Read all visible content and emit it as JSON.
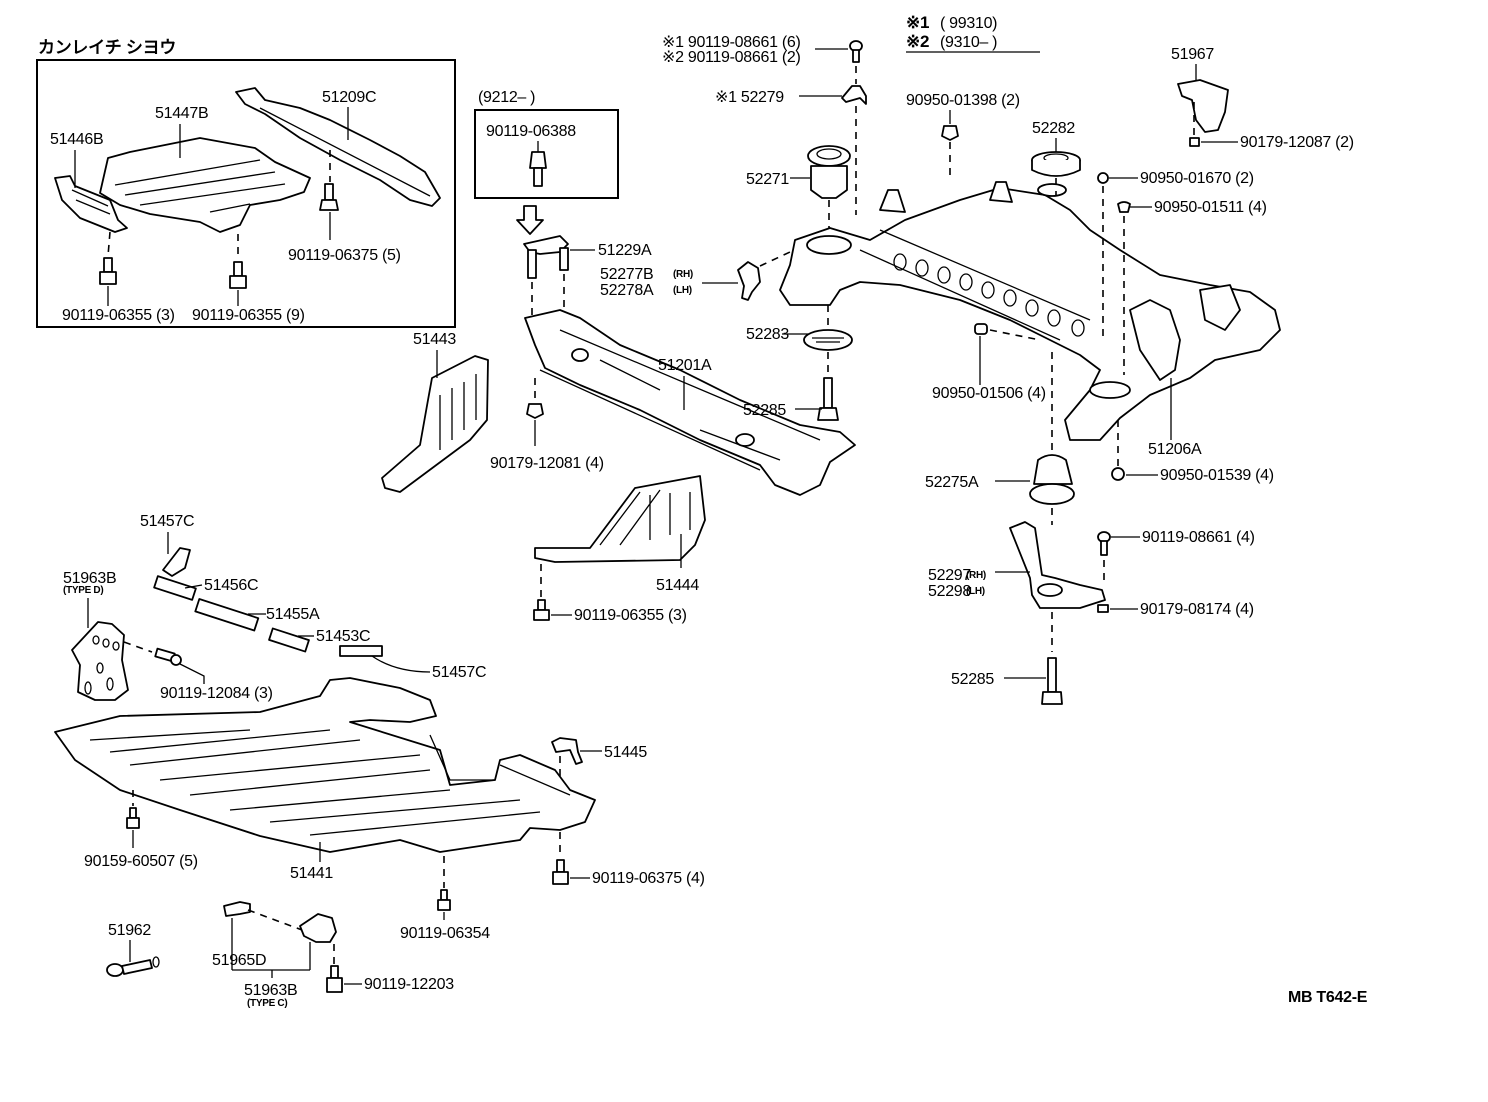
{
  "title_jp": "カンレイチ シヨウ",
  "doc_code": "MB T642-E",
  "notes": {
    "note1_mark": "※1",
    "note1_range": "(      99310)",
    "note2_mark": "※2",
    "note2_range": "(9310–      )"
  },
  "inset_box": {
    "range_label": "(9212–          )",
    "part": "90119-06388"
  },
  "labels": {
    "p51446B": "51446B",
    "p51447B": "51447B",
    "p51209C": "51209C",
    "p90119_06375_5": "90119-06375 (5)",
    "p90119_06355_3a": "90119-06355 (3)",
    "p90119_06355_9": "90119-06355 (9)",
    "p51229A": "51229A",
    "p52277B": "52277B",
    "p52278A": "52278A",
    "rh": "(RH)",
    "lh": "(LH)",
    "p90119_08661_6": "※1  90119-08661 (6)",
    "p90119_08661_2": "※2  90119-08661 (2)",
    "p52279": "※1 52279",
    "p52271": "52271",
    "p90950_01398": "90950-01398 (2)",
    "p52282": "52282",
    "p51967": "51967",
    "p90179_12087": "90179-12087 (2)",
    "p90950_01670": "90950-01670 (2)",
    "p90950_01511": "90950-01511 (4)",
    "p51443": "51443",
    "p51201A": "51201A",
    "p52283": "52283",
    "p52285a": "52285",
    "p90179_12081": "90179-12081 (4)",
    "p90950_01506": "90950-01506 (4)",
    "p51206A": "51206A",
    "p52275A": "52275A",
    "p90950_01539": "90950-01539 (4)",
    "p90119_08661_4": "90119-08661 (4)",
    "p52297": "52297",
    "p52298": "52298",
    "p90179_08174": "90179-08174 (4)",
    "p52285b": "52285",
    "p51444": "51444",
    "p90119_06355_3b": "90119-06355 (3)",
    "p51457C_a": "51457C",
    "p51456C": "51456C",
    "p51455A": "51455A",
    "p51453C": "51453C",
    "p51457C_b": "51457C",
    "p51963B_d": "51963B",
    "type_d": "(TYPE D)",
    "p90119_12084": "90119-12084 (3)",
    "p51445": "51445",
    "p90159_60507": "90159-60507 (5)",
    "p51441": "51441",
    "p90119_06375_4": "90119-06375 (4)",
    "p90119_06354": "90119-06354",
    "p51962": "51962",
    "p51965D": "51965D",
    "p51963B_c": "51963B",
    "type_c": "(TYPE C)",
    "p90119_12203": "90119-12203"
  }
}
